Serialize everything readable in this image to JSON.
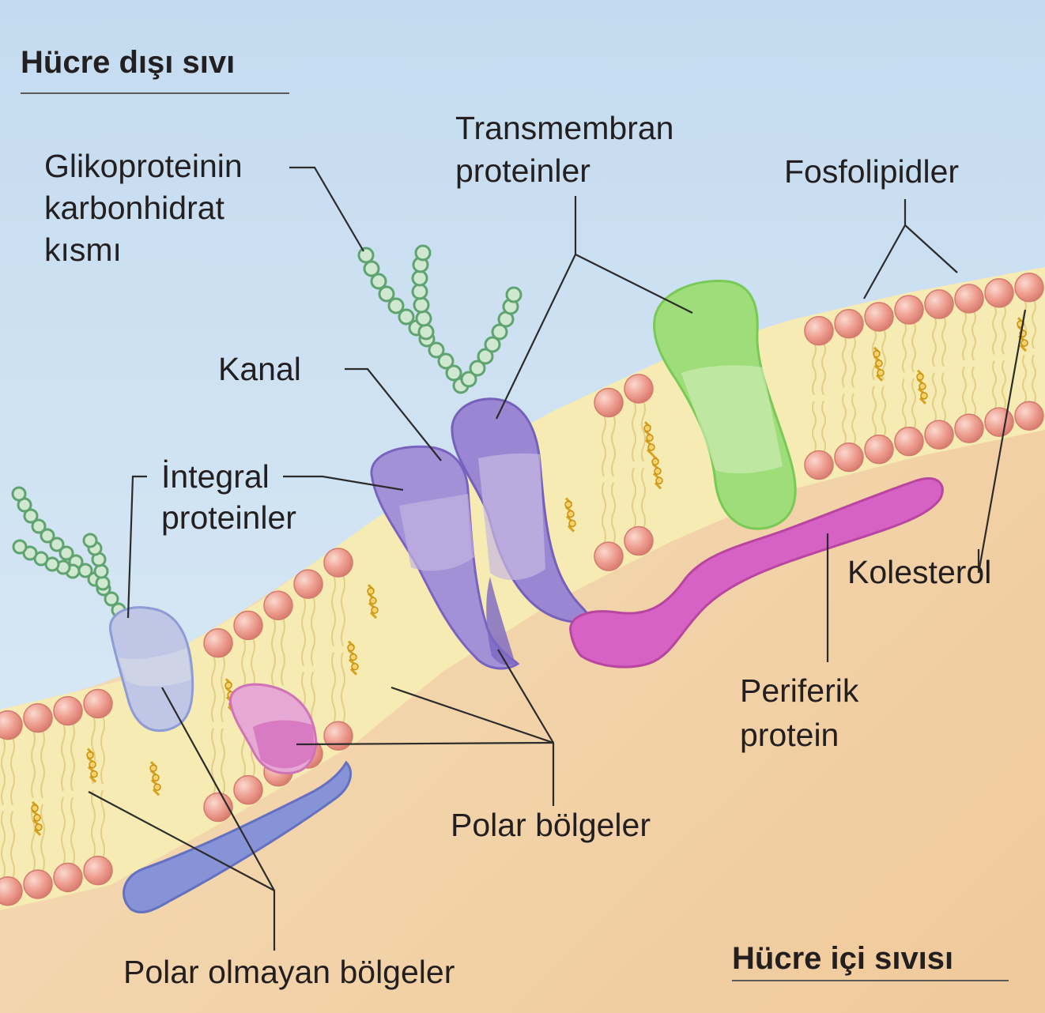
{
  "regions": {
    "extracellular": "Hücre dışı sıvı",
    "intracellular": "Hücre içi sıvısı"
  },
  "labels": {
    "glycoprotein": [
      "Glikoproteinin",
      "karbonhidrat",
      "kısmı"
    ],
    "transmembrane": [
      "Transmembran",
      "proteinler"
    ],
    "phospholipids": "Fosfolipidler",
    "channel": "Kanal",
    "integral": [
      "İntegral",
      "proteinler"
    ],
    "cholesterol": "Kolesterol",
    "peripheral": [
      "Periferik",
      "protein"
    ],
    "polar": "Polar bölgeler",
    "nonpolar": "Polar olmayan bölgeler"
  },
  "colors": {
    "extracellular_fluid": "#c9dff0",
    "intracellular_fluid": "#f1d3a6",
    "phospholipid_head": "#ec9f90",
    "lipid_tail": "#f6ebb0",
    "carbohydrate": "#93c79b",
    "channel_protein": "#9a86cf",
    "transmembrane_protein": "#8fd270",
    "integral_protein": "#a7b2dd",
    "peripheral_protein": "#d060be",
    "cholesterol": "#e3b02f"
  }
}
